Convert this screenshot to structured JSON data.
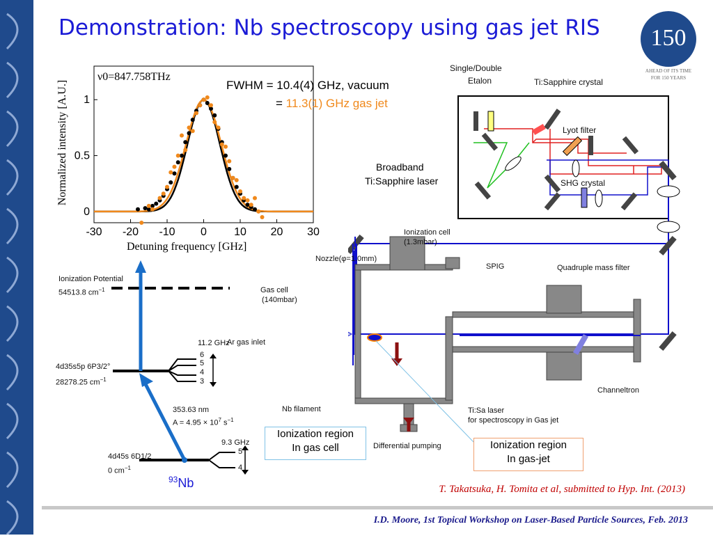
{
  "slide": {
    "title": "Demonstration: Nb spectroscopy using gas jet RIS",
    "citation": "T. Takatsuka, H. Tomita et al, submitted to Hyp. Int. (2013)",
    "footer": "I.D. Moore, 1st Topical Workshop on Laser-Based Particle Sources, Feb. 2013"
  },
  "logo": {
    "number": "150",
    "line1": "AHEAD OF ITS TIME",
    "line2": "FOR 150 YEARS"
  },
  "spectrum": {
    "nu0": "ν0=847.758THz",
    "fwhm_vacuum": "FWHM = 10.4(4) GHz, vacuum",
    "fwhm_eq": "=",
    "fwhm_gasjet": "11.3(1) GHz gas jet",
    "xlabel": "Detuning frequency [GHz]",
    "ylabel": "Normalized intensity [A.U.]",
    "xticks": [
      "-30",
      "-20",
      "-10",
      "0",
      "10",
      "20",
      "30"
    ],
    "yticks": [
      "0",
      "0.5",
      "1"
    ]
  },
  "chart_data": {
    "type": "scatter",
    "xlabel": "Detuning frequency [GHz]",
    "ylabel": "Normalized intensity [A.U.]",
    "xlim": [
      -30,
      30
    ],
    "ylim": [
      -0.1,
      1.3
    ],
    "series": [
      {
        "name": "vacuum",
        "color": "#000000",
        "x": [
          -18,
          -16,
          -15,
          -14,
          -13,
          -12,
          -11,
          -10,
          -9,
          -8,
          -7,
          -6,
          -5,
          -4,
          -3,
          -2,
          -1,
          0,
          1,
          2,
          3,
          4,
          5,
          6,
          7,
          8,
          9,
          10,
          11,
          12,
          13,
          14
        ],
        "y": [
          0.02,
          0.03,
          0.02,
          0.05,
          0.07,
          0.1,
          0.14,
          0.2,
          0.26,
          0.34,
          0.44,
          0.5,
          0.62,
          0.7,
          0.82,
          0.9,
          0.95,
          1.0,
          0.97,
          0.92,
          0.86,
          0.74,
          0.62,
          0.5,
          0.38,
          0.3,
          0.22,
          0.16,
          0.1,
          0.06,
          0.04,
          0.02
        ]
      },
      {
        "name": "gas jet",
        "color": "#f0891c",
        "x": [
          -17,
          -15,
          -14,
          -12,
          -11,
          -10,
          -9,
          -8,
          -7,
          -6,
          -5,
          -4,
          -3,
          -2,
          -1,
          0,
          1,
          2,
          3,
          4,
          5,
          6,
          7,
          8,
          9,
          10,
          11,
          12,
          13,
          14,
          15,
          16
        ],
        "y": [
          -0.1,
          0.05,
          0.02,
          0.12,
          0.16,
          0.22,
          0.35,
          0.4,
          0.5,
          0.68,
          0.55,
          0.75,
          0.72,
          0.88,
          0.95,
          1.0,
          1.02,
          0.95,
          0.8,
          0.75,
          0.6,
          0.58,
          0.45,
          0.3,
          0.28,
          0.18,
          0.12,
          0.1,
          0.06,
          0.12,
          0.0,
          -0.05
        ]
      }
    ]
  },
  "levels": {
    "ip_label": "Ionization Potential",
    "ip_value": "54513.8 cm",
    "exc_state": "4d35s5p 6P3/2°",
    "exc_value": "28278.25 cm",
    "ground_state": "4d45s 6D1/2",
    "ground_value": "0 cm",
    "minus1": "−1",
    "hfs_upper": "11.2 GHz",
    "hfs_upper_f": [
      "6",
      "5",
      "4",
      "3"
    ],
    "hfs_lower": "9.3 GHz",
    "hfs_lower_f": [
      "5",
      "4"
    ],
    "transition_wl": "353.63 nm",
    "transition_a": "A = 4.95 × 10",
    "transition_a_exp": "7",
    "transition_a_unit": " s",
    "isotope_mass": "93",
    "isotope_sym": "Nb"
  },
  "laser": {
    "etalon": "Single/Double",
    "etalon2": "Etalon",
    "crystal": "Ti:Sapphire crystal",
    "lyot": "Lyot filter",
    "broadband1": "Broadband",
    "broadband2": "Ti:Sapphire laser",
    "shg": "SHG crystal"
  },
  "setup": {
    "ion_cell": "Ionization cell",
    "ion_cell_p": "(1.3mbar)",
    "nozzle": "Nozzle(φ=1.0mm)",
    "spig": "SPIG",
    "qmf": "Quadruple mass filter",
    "gas_cell": "Gas cell",
    "gas_cell_p": "(140mbar)",
    "ar_inlet": "Ar gas inlet",
    "channeltron": "Channeltron",
    "nb_filament": "Nb filament",
    "tisa1": "Ti:Sa laser",
    "tisa2": "for spectroscopy in Gas jet",
    "diff_pump": "Differential pumping",
    "region_cell1": "Ionization region",
    "region_cell2": "In gas cell",
    "region_jet1": "Ionization region",
    "region_jet2": "In gas-jet"
  },
  "colors": {
    "title": "#1b1bd6",
    "orange": "#f0891c",
    "sidebar": "#1f4a8c",
    "beam": "#1010cc",
    "red_beam": "#e00000"
  }
}
